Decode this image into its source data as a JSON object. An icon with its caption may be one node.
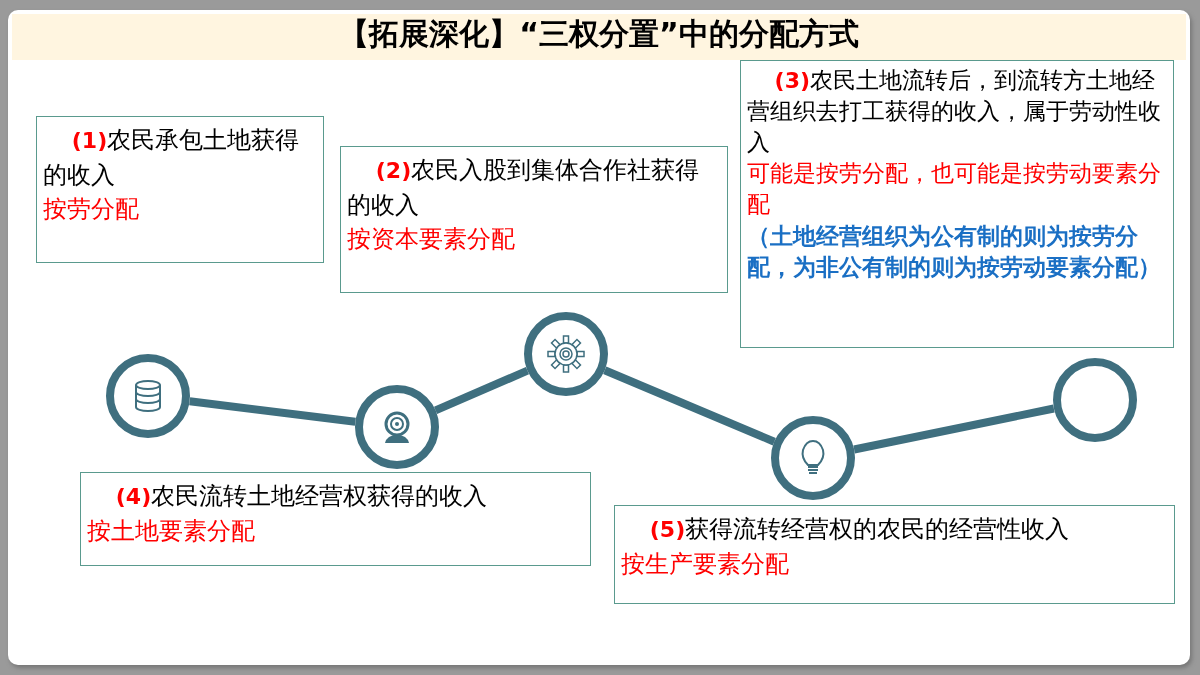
{
  "diagram": {
    "title": "【拓展深化】“三权分置”中的分配方式",
    "nodes": [
      {
        "text": [
          "**(1)**农民承包土地获得的收入",
          "按劳分配"
        ]
      },
      {
        "text": [
          "**(2)**农民入股到集体合作社获得的收入",
          "按资本要素分配"
        ]
      },
      {
        "text": [
          "**(3)**农民土地流转后，到流转方土地经营组织去打工获得的收入，属于劳动性收入",
          "可能是按劳分配，也可能是按劳动要素分配",
          "（土地经营组织为公有制的则为按劳分配，为非公有制的则为按劳动要素分配）"
        ]
      },
      {
        "text": [
          "**(4)**农民流转土地经营权获得的收入",
          "按土地要素分配"
        ]
      },
      {
        "text": [
          "**(5)**获得流转经营权的农民的经营性收入",
          "按生产要素分配"
        ]
      },
      {
        "text": [],
        "shape": "circle"
      },
      {
        "text": [],
        "shape": "circle"
      },
      {
        "text": [],
        "shape": "circle"
      },
      {
        "text": [],
        "shape": "circle"
      },
      {
        "text": [],
        "shape": "circle"
      }
    ],
    "edges": [
      {
        "from": 5,
        "to": 6,
        "arrow": "none"
      },
      {
        "from": 6,
        "to": 7,
        "arrow": "none"
      },
      {
        "from": 7,
        "to": 8,
        "arrow": "none"
      },
      {
        "from": 8,
        "to": 9,
        "arrow": "none"
      }
    ]
  }
}
